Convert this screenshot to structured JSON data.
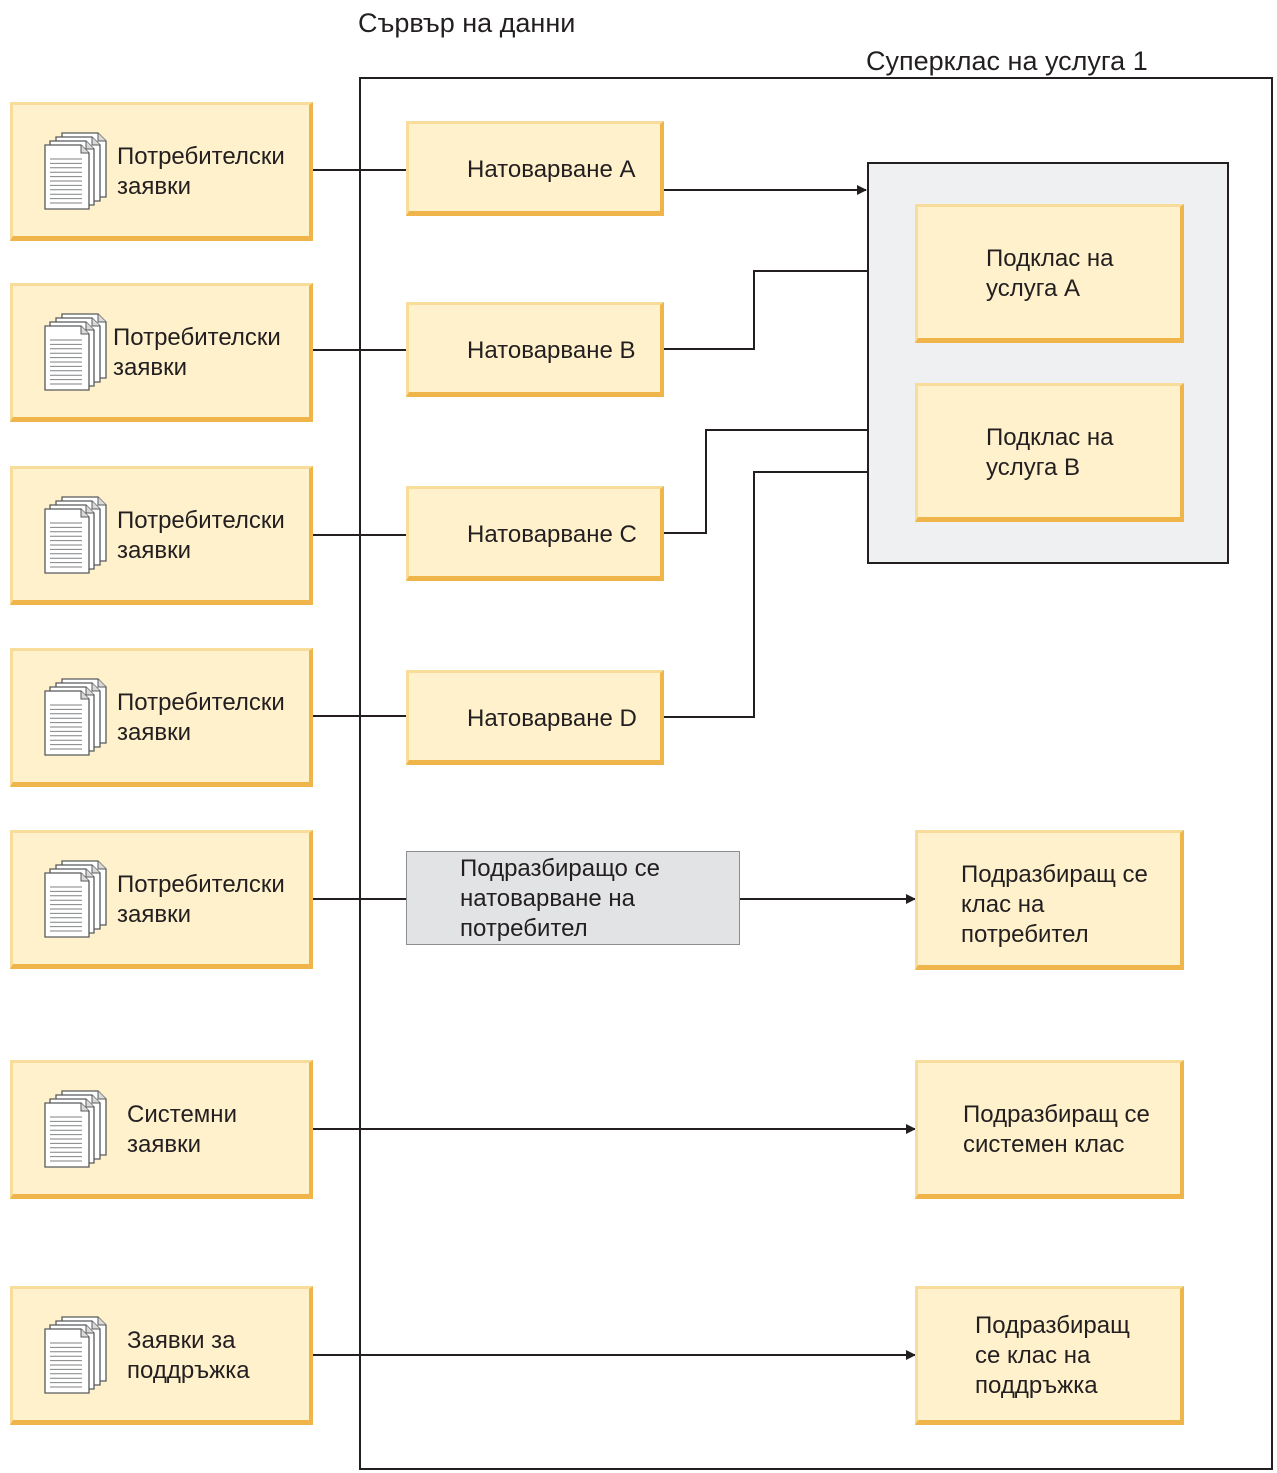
{
  "server_title": "Сървър на данни",
  "superclass_title": "Суперклас на услуга 1",
  "sources": [
    {
      "label": "Потребителски\nзаявки",
      "icon": "stacked-documents-icon"
    },
    {
      "label": "Потребителски\nзаявки",
      "icon": "stacked-documents-icon"
    },
    {
      "label": "Потребителски\nзаявки",
      "icon": "stacked-documents-icon"
    },
    {
      "label": "Потребителски\nзаявки",
      "icon": "stacked-documents-icon"
    },
    {
      "label": "Потребителски\nзаявки",
      "icon": "stacked-documents-icon"
    },
    {
      "label": "Системни\nзаявки",
      "icon": "stacked-documents-icon"
    },
    {
      "label": "Заявки за\nподдръжка",
      "icon": "stacked-documents-icon"
    }
  ],
  "workloads": [
    {
      "label": "Натоварване A"
    },
    {
      "label": "Натоварване B"
    },
    {
      "label": "Натоварване C"
    },
    {
      "label": "Натоварване D"
    },
    {
      "label": "Подразбиращо се\nнатоварване на\nпотребител"
    }
  ],
  "subclasses": [
    {
      "label": "Подклас на\nуслуга A"
    },
    {
      "label": "Подклас на\nуслуга B"
    }
  ],
  "default_classes": [
    {
      "label": "Подразбиращ се\nклас на\nпотребител"
    },
    {
      "label": "Подразбиращ се\nсистемен клас"
    },
    {
      "label": "Подразбиращ\nсе клас на\nподдръжка"
    }
  ],
  "colors": {
    "box_fill": "#fff1cc",
    "box_shadow": "#f0b54a",
    "default_workload_fill": "#e2e3e4",
    "superclass_fill": "#eff0f1",
    "line": "#231f20"
  }
}
